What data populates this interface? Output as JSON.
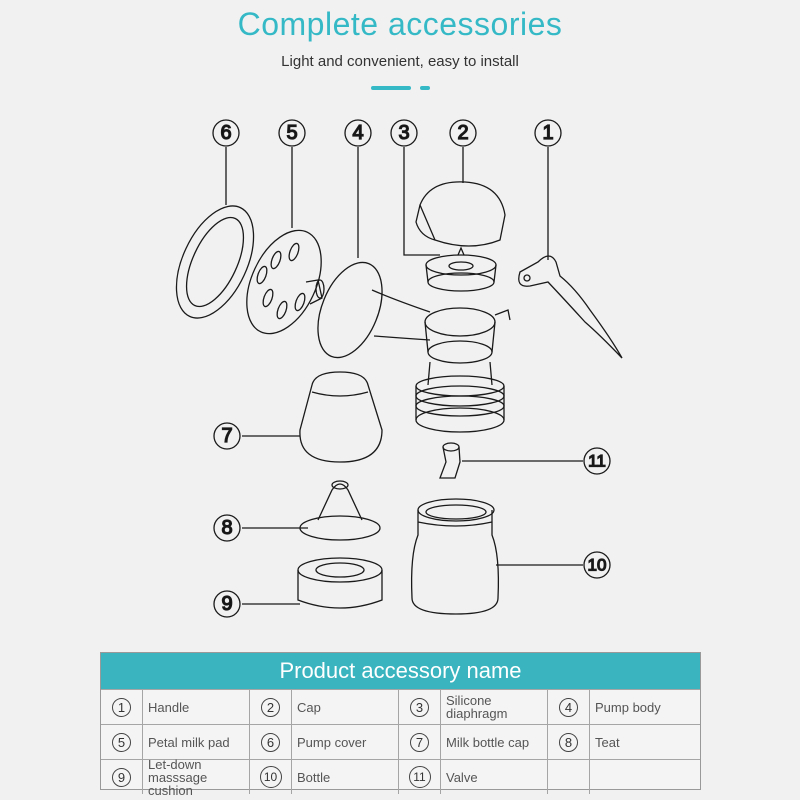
{
  "header": {
    "title": "Complete accessories",
    "subtitle": "Light and convenient, easy to install"
  },
  "diagram": {
    "callouts": [
      "1",
      "2",
      "3",
      "4",
      "5",
      "6",
      "7",
      "8",
      "9",
      "10",
      "11"
    ]
  },
  "table": {
    "title": "Product accessory name",
    "rows": [
      [
        {
          "num": "1",
          "name": "Handle"
        },
        {
          "num": "2",
          "name": "Cap"
        },
        {
          "num": "3",
          "name": "Silicone diaphragm"
        },
        {
          "num": "4",
          "name": "Pump body"
        }
      ],
      [
        {
          "num": "5",
          "name": "Petal milk pad"
        },
        {
          "num": "6",
          "name": "Pump cover"
        },
        {
          "num": "7",
          "name": "Milk bottle cap"
        },
        {
          "num": "8",
          "name": "Teat"
        }
      ],
      [
        {
          "num": "9",
          "name": "Let-down masssage cushion"
        },
        {
          "num": "10",
          "name": "Bottle"
        },
        {
          "num": "11",
          "name": "Valve"
        },
        {
          "num": "",
          "name": ""
        }
      ]
    ]
  },
  "colors": {
    "accent": "#35b9c6",
    "header_bg": "#3ab4bf",
    "background": "#f1f1f1"
  }
}
